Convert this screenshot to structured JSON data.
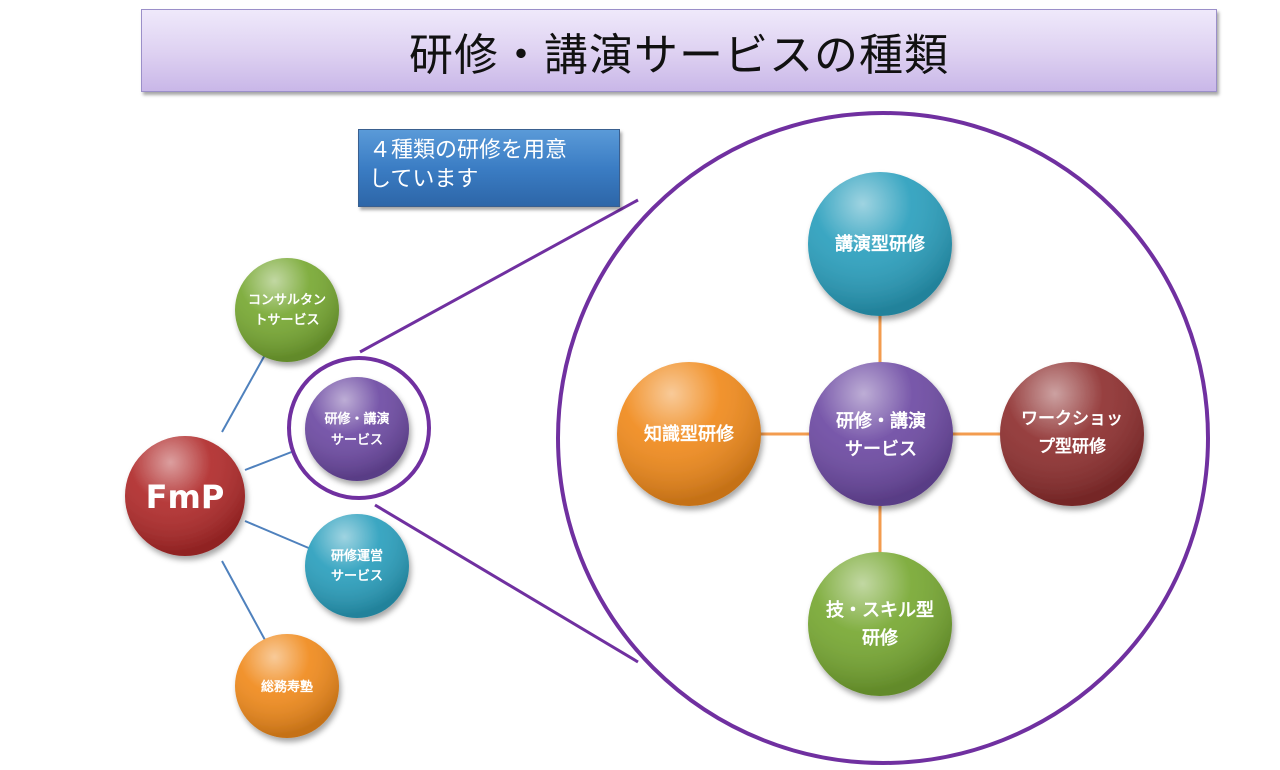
{
  "title": "研修・講演サービスの種類",
  "note": {
    "line1": "４種類の研修を用意",
    "line2": "しています"
  },
  "left_nodes": {
    "fmp": "FmP",
    "consulting": [
      "コンサルタン",
      "トサービス"
    ],
    "training": [
      "研修・講演",
      "サービス"
    ],
    "operation": [
      "研修運営",
      "サービス"
    ],
    "soumu": [
      "総務寿塾"
    ]
  },
  "detail_nodes": {
    "center": [
      "研修・講演",
      "サービス"
    ],
    "lecture": [
      "講演型研修"
    ],
    "knowledge": [
      "知識型研修"
    ],
    "workshop": [
      "ワークショッ",
      "プ型研修"
    ],
    "skill": [
      "技・スキル型",
      "研修"
    ]
  },
  "colors": {
    "red": "#b02a2a",
    "green": "#77a832",
    "purple": "#6d4aa3",
    "teal": "#2a9fbd",
    "orange": "#f08a1c",
    "darkred": "#8e2f2f",
    "connector_blue": "#4f81bd",
    "connector_orange": "#f39c4f",
    "zoom_purple": "#7030a0"
  },
  "icons": {}
}
